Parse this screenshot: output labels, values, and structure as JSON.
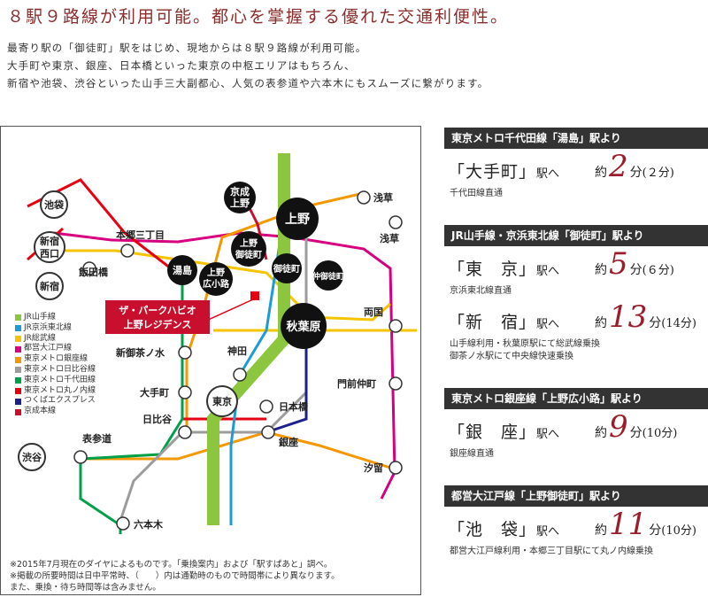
{
  "headline": "８駅９路線が利用可能。都心を掌握する優れた交通利便性。",
  "intro": [
    "最寄り駅の「御徒町」駅をはじめ、現地からは８駅９路線が利用可能。",
    "大手町や東京、銀座、日本橋といった東京の中枢エリアはもちろん、",
    "新宿や池袋、渋谷といった山手三大副都心、人気の表参道や六本木にもスムーズに繋がります。"
  ],
  "map": {
    "property_label_1": "ザ・パークハビオ",
    "property_label_2": "上野レジデンス",
    "stations": {
      "ikebukuro": "池袋",
      "shinjuku_nishiguchi_1": "新宿",
      "shinjuku_nishiguchi_2": "西口",
      "shinjuku": "新宿",
      "shibuya": "渋谷",
      "hongo": "本郷三丁目",
      "iidabashi": "飯田橋",
      "yushima": "湯島",
      "keisei_ueno_1": "京成",
      "keisei_ueno_2": "上野",
      "ueno": "上野",
      "ueno_okachimachi_1": "上野",
      "ueno_okachimachi_2": "御徒町",
      "ueno_hirokoji_1": "上野",
      "ueno_hirokoji_2": "広小路",
      "okachimachi": "御徒町",
      "naka_okachimachi": "仲御徒町",
      "akihabara": "秋葉原",
      "asakusa_1": "浅草",
      "asakusa_2": "浅草",
      "ryogoku": "両国",
      "shin_ochanomizu": "新御茶ノ水",
      "kanda": "神田",
      "otemachi": "大手町",
      "tokyo": "東京",
      "nihonbashi": "日本橋",
      "hibiya": "日比谷",
      "ginza": "銀座",
      "monzen_nakacho": "門前仲町",
      "omotesando": "表参道",
      "shiodome": "汐留",
      "roppongi": "六本木"
    },
    "legend": [
      {
        "label": "JR山手線",
        "color": "#8cc63e"
      },
      {
        "label": "JR京浜東北線",
        "color": "#1e9ad6"
      },
      {
        "label": "JR総武線",
        "color": "#f5c400"
      },
      {
        "label": "都営大江戸線",
        "color": "#d6007f"
      },
      {
        "label": "東京メトロ銀座線",
        "color": "#f39800"
      },
      {
        "label": "東京メトロ日比谷線",
        "color": "#9c9c9c"
      },
      {
        "label": "東京メトロ千代田線",
        "color": "#00a04a"
      },
      {
        "label": "東京メトロ丸ノ内線",
        "color": "#e60012"
      },
      {
        "label": "つくばエクスプレス",
        "color": "#1d2088"
      },
      {
        "label": "京成本線",
        "color": "#c8102e"
      }
    ],
    "notes": [
      "※2015年7月現在のダイヤによるものです。「乗換案内」および「駅すぱあと」調べ。",
      "※掲載の所要時間は日中平常時、（　　）内は通勤時のもので時間帯により異なります。",
      "また、乗換・待ち時間等は含みません。"
    ]
  },
  "routes": [
    {
      "header": "東京メトロ千代田線「湯島」駅より",
      "destinations": [
        {
          "name": "「大手町」",
          "suffix": "駅へ",
          "prefix": "約",
          "minutes": "2",
          "unit": "分",
          "rush": "(２分)",
          "note": [
            "千代田線直通"
          ]
        }
      ]
    },
    {
      "header": "JR山手線・京浜東北線「御徒町」駅より",
      "destinations": [
        {
          "name": "「東　京」",
          "suffix": "駅へ",
          "prefix": "約",
          "minutes": "5",
          "unit": "分",
          "rush": "(６分)",
          "note": [
            "京浜東北線直通"
          ]
        },
        {
          "name": "「新　宿」",
          "suffix": "駅へ",
          "prefix": "約",
          "minutes": "13",
          "unit": "分",
          "rush": "(14分)",
          "note": [
            "山手線利用・秋葉原駅にて総武線乗換",
            "御茶ノ水駅にて中央線快速乗換"
          ]
        }
      ]
    },
    {
      "header": "東京メトロ銀座線「上野広小路」駅より",
      "destinations": [
        {
          "name": "「銀　座」",
          "suffix": "駅へ",
          "prefix": "約",
          "minutes": "9",
          "unit": "分",
          "rush": "(10分)",
          "note": [
            "銀座線直通"
          ]
        }
      ]
    },
    {
      "header": "都営大江戸線「上野御徒町」駅より",
      "destinations": [
        {
          "name": "「池　袋」",
          "suffix": "駅へ",
          "prefix": "約",
          "minutes": "11",
          "unit": "分",
          "rush": "(10分)",
          "note": [
            "都営大江戸線利用・本郷三丁目駅にて丸ノ内線乗換"
          ]
        }
      ]
    }
  ]
}
